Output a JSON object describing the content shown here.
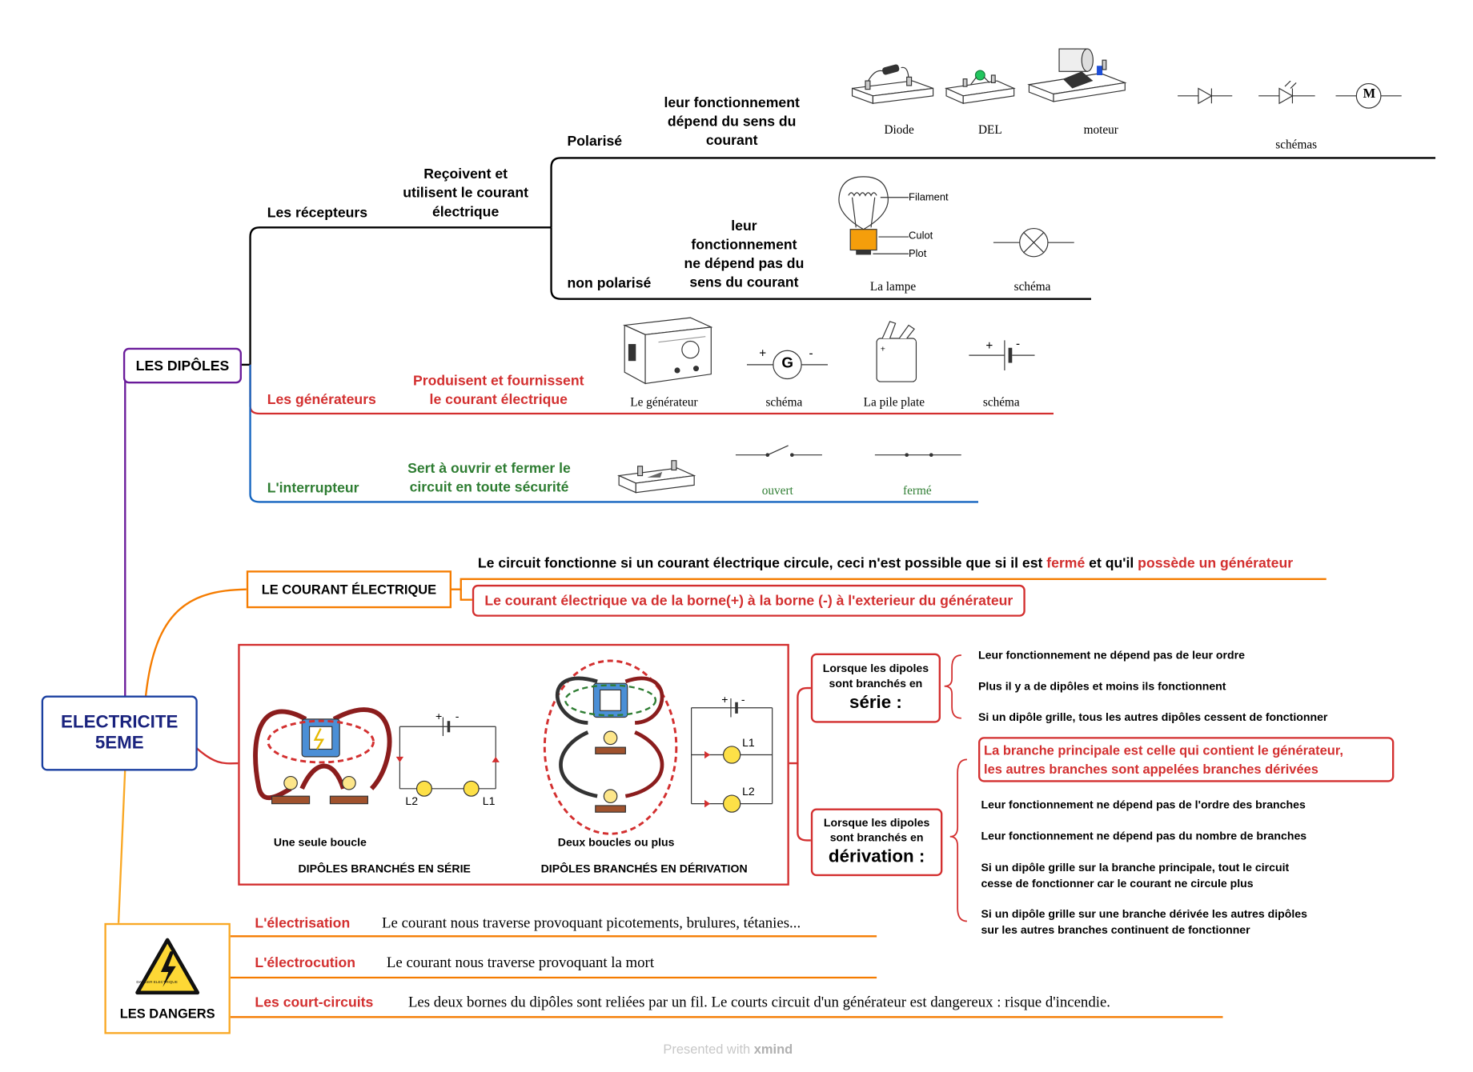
{
  "central": {
    "line1": "ELECTRICITE",
    "line2": "5EME"
  },
  "dipoles": {
    "title": "LES DIPÔLES",
    "recepteurs": {
      "label": "Les récepteurs",
      "desc": [
        "Reçoivent et",
        "utilisent le courant",
        "électrique"
      ],
      "polarise": {
        "label": "Polarisé",
        "desc": [
          "leur fonctionnement",
          "dépend du sens du",
          "courant"
        ],
        "items": [
          "Diode",
          "DEL",
          "moteur"
        ],
        "schemas_label": "schémas",
        "motor_symbol": "M"
      },
      "non_polarise": {
        "label": "non polarisé",
        "desc": [
          "leur",
          "fonctionnement",
          "ne dépend pas du",
          "sens du courant"
        ],
        "lamp_parts": [
          "Filament",
          "Culot",
          "Plot"
        ],
        "lamp_label": "La lampe",
        "schema_label": "schéma"
      }
    },
    "generateurs": {
      "label": "Les générateurs",
      "desc": [
        "Produisent et fournissent",
        "le courant électrique"
      ],
      "items": [
        "Le générateur",
        "schéma",
        "La pile plate",
        "schéma"
      ],
      "symbol": "G"
    },
    "interrupteur": {
      "label": "L'interrupteur",
      "desc": [
        "Sert à ouvrir et fermer le",
        "circuit en toute sécurité"
      ],
      "items": [
        "ouvert",
        "fermé"
      ]
    }
  },
  "courant": {
    "title": "LE COURANT ÉLECTRIQUE",
    "line1_parts": [
      "Le circuit fonctionne si un courant électrique circule, ceci n'est possible que si il est ",
      "fermé",
      " et qu'il ",
      "possède un générateur"
    ],
    "line2": "Le courant électrique va de la borne(+) à la borne (-) à l'exterieur du générateur"
  },
  "circuits": {
    "serie_caption": "Une seule boucle",
    "serie_title": "DIPÔLES BRANCHÉS EN SÉRIE",
    "derivation_caption": "Deux boucles ou plus",
    "derivation_title": "DIPÔLES BRANCHÉS EN DÉRIVATION",
    "serie_box": [
      "Lorsque les dipoles",
      "sont branchés en",
      "série :"
    ],
    "serie_points": [
      "Leur fonctionnement ne dépend pas de leur ordre",
      "Plus il y a de dipôles et moins ils fonctionnent",
      "Si un dipôle grille, tous les autres dipôles cessent de fonctionner"
    ],
    "derivation_box": [
      "Lorsque les dipoles",
      "sont branchés en",
      "dérivation :"
    ],
    "derivation_highlight": [
      "La branche principale est celle qui contient le générateur,",
      "les autres branches sont appelées branches dérivées"
    ],
    "derivation_points": [
      [
        "Leur fonctionnement ne dépend pas de l'ordre des branches"
      ],
      [
        "Leur fonctionnement ne dépend pas du nombre de branches"
      ],
      [
        "Si un dipôle grille sur la branche principale, tout le circuit",
        "cesse de fonctionner car le courant ne circule plus"
      ],
      [
        "Si un dipôle grille sur une branche dérivée les autres dipôles",
        "sur les autres branches continuent de fonctionner"
      ]
    ],
    "plus": "+",
    "minus": "-",
    "L1": "L1",
    "L2": "L2"
  },
  "dangers": {
    "title": "LES DANGERS",
    "sign_text": "DANGER ELECTRIQUE",
    "items": [
      {
        "label": "L'électrisation",
        "desc": "Le courant nous traverse provoquant picotements, brulures, tétanies..."
      },
      {
        "label": "L'électrocution",
        "desc": "Le courant nous traverse provoquant la mort"
      },
      {
        "label": "Les court-circuits",
        "desc": "Les deux bornes du dipôles sont reliées par un fil. Le courts circuit d'un générateur est dangereux : risque d'incendie."
      }
    ]
  },
  "footer": {
    "presented": "Presented with",
    "brand": "xmind"
  },
  "colors": {
    "purple": "#6a1b9a",
    "orange": "#f57c00",
    "red": "#d32f2f",
    "green": "#2e7d32",
    "blue": "#1565c0",
    "navy": "#1a237e"
  }
}
